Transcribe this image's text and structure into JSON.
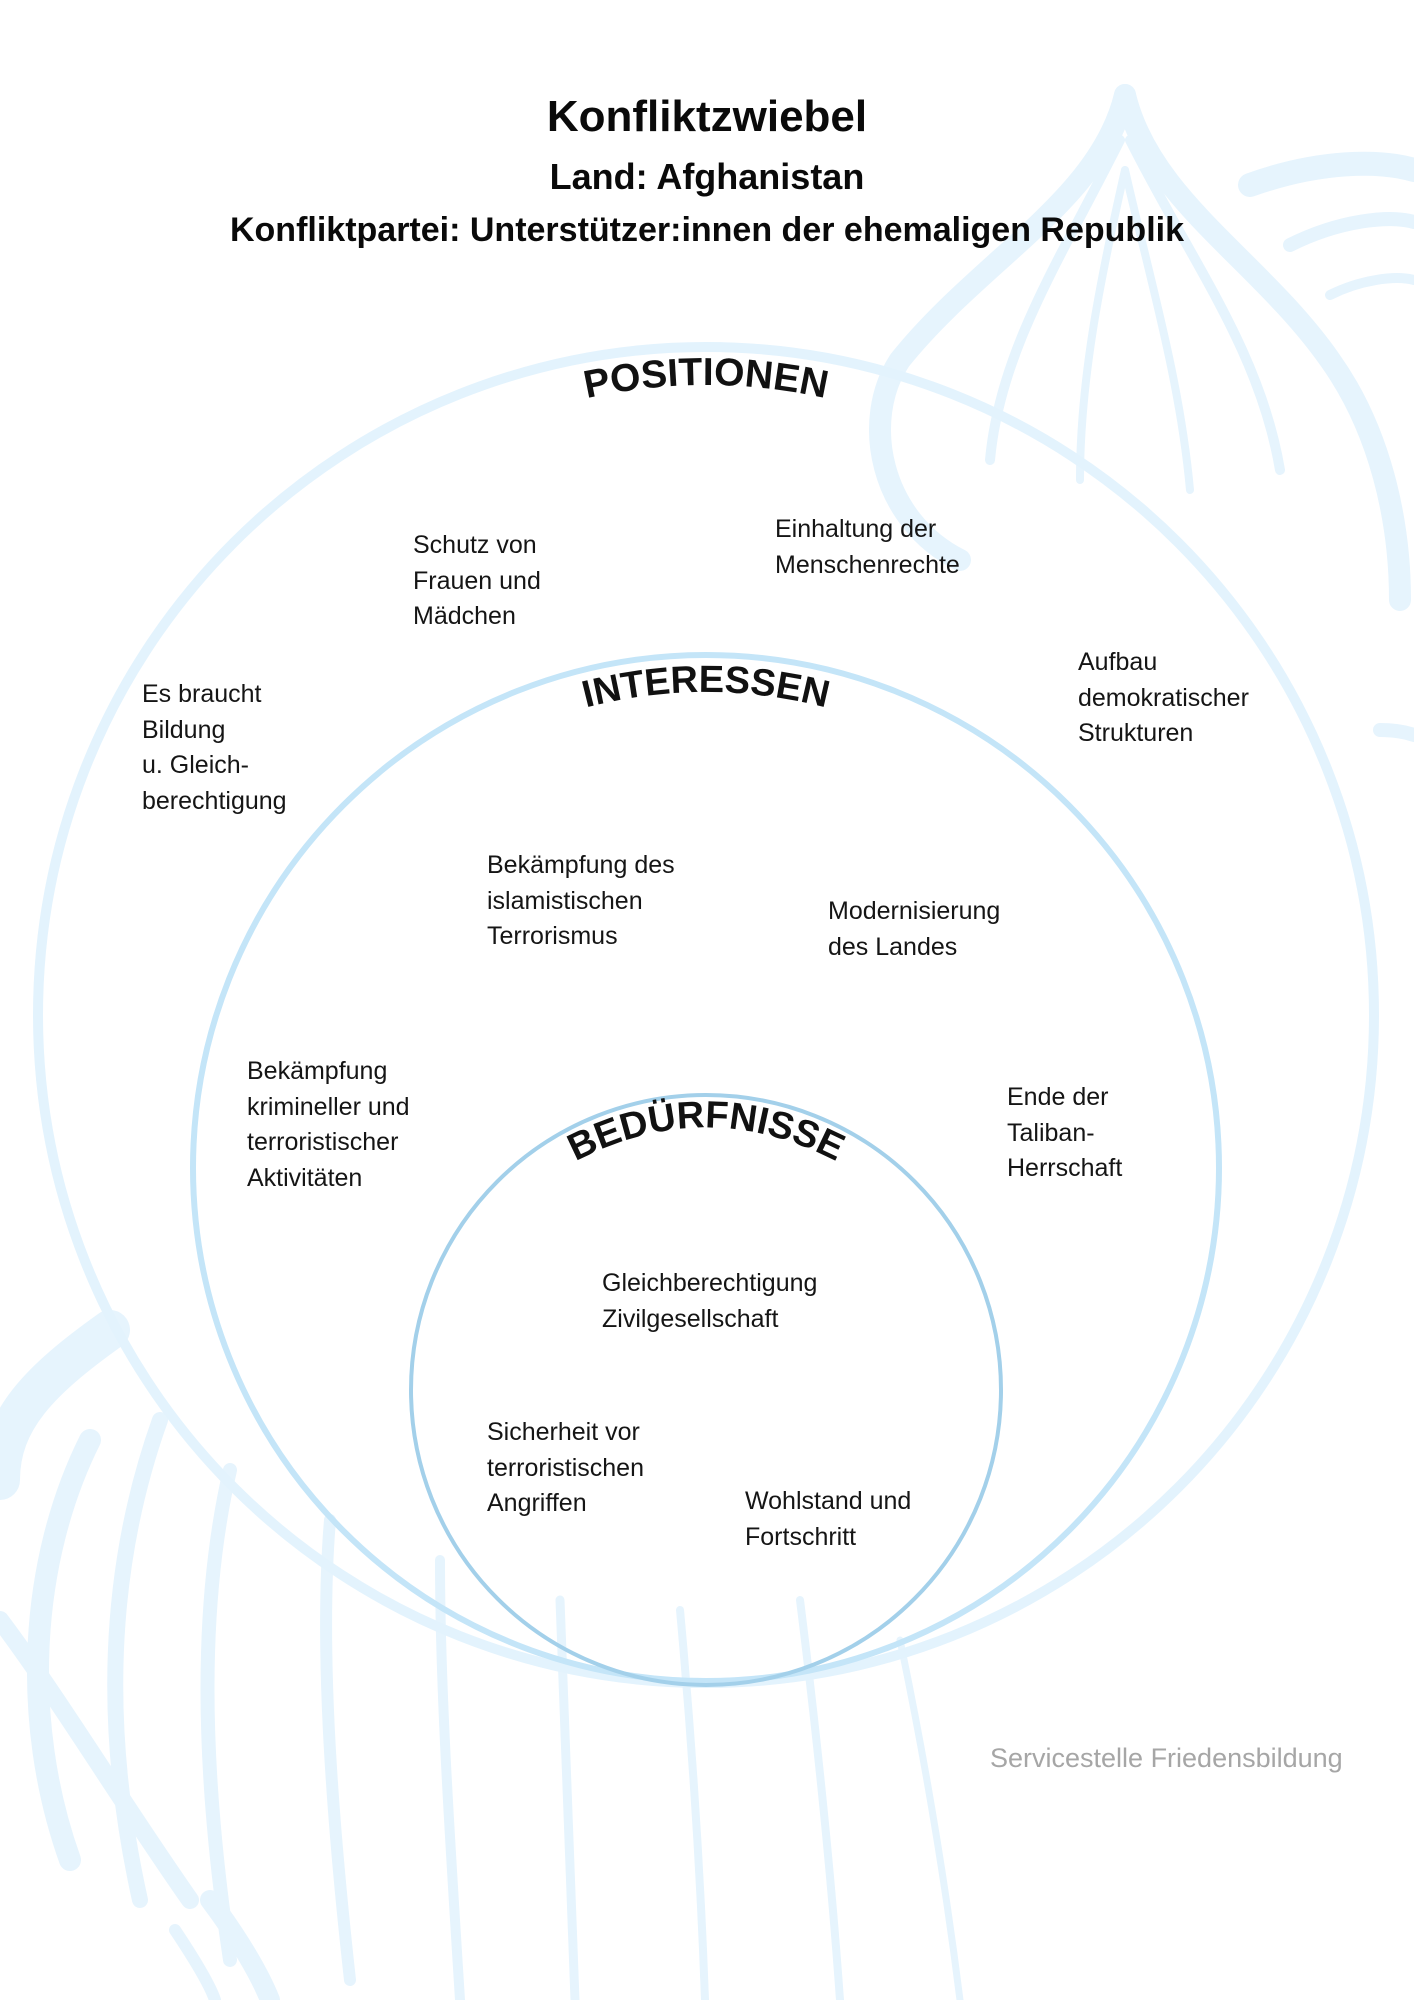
{
  "header": {
    "title": "Konfliktzwiebel",
    "country": "Land: Afghanistan",
    "party": "Konfliktpartei: Unterstützer:innen der ehemaligen Republik"
  },
  "rings": {
    "outer": {
      "title": "POSITIONEN",
      "items": [
        "Schutz von\nFrauen und\nMädchen",
        "Einhaltung der\nMenschenrechte",
        "Aufbau\ndemokratischer\nStrukturen",
        "Es braucht\nBildung\nu. Gleich-\nberechtigung"
      ]
    },
    "middle": {
      "title": "INTERESSEN",
      "items": [
        "Bekämpfung des\nislamistischen\nTerrorismus",
        "Modernisierung\ndes Landes",
        "Bekämpfung\nkrimineller und\nterroristischer\nAktivitäten",
        "Ende der\nTaliban-\nHerrschaft"
      ]
    },
    "inner": {
      "title": "BEDÜRFNISSE",
      "items": [
        "Gleichberechtigung\nZivilgesellschaft",
        "Sicherheit vor\nterroristischen\nAngriffen",
        "Wohlstand und\nFortschritt"
      ]
    }
  },
  "footer": {
    "credit": "Servicestelle Friedensbildung"
  },
  "colors": {
    "ring_outer": "#e3f3fd",
    "ring_middle": "#c4e5f8",
    "ring_inner": "#a3d0ea",
    "background_motif": "#e6f4fd"
  }
}
